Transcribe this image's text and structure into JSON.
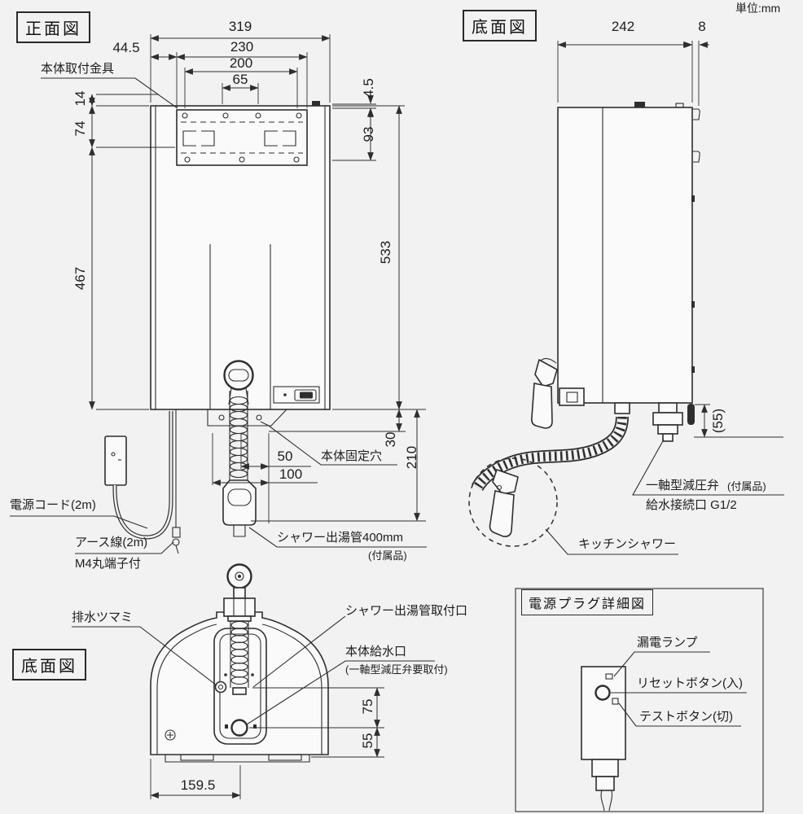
{
  "units_label": "単位:mm",
  "front_view": {
    "title": "正面図",
    "dims": {
      "w319": "319",
      "w230": "230",
      "w200": "200",
      "w65": "65",
      "off445": "44.5",
      "h14": "14",
      "h74": "74",
      "h467": "467",
      "g45": "4.5",
      "h93": "93",
      "h533": "533",
      "h30": "30",
      "h210": "210",
      "d50": "50",
      "d100": "100"
    },
    "labels": {
      "bracket": "本体取付金具",
      "power_cord": "電源コード(2m)",
      "earth1": "アース線(2m)",
      "earth2": "M4丸端子付",
      "fix_hole": "本体固定穴",
      "shower_pipe": "シャワー出湯管400mm",
      "accessory": "(付属品)"
    }
  },
  "side_view": {
    "title": "底面図",
    "dims": {
      "w242": "242",
      "w8": "8",
      "h55p": "(55)"
    },
    "labels": {
      "valve": "一軸型減圧弁",
      "valve_note": "(付属品)",
      "inlet": "給水接続口 G1/2",
      "kitchen_shower": "キッチンシャワー"
    }
  },
  "bottom_view": {
    "title": "底面図",
    "dims": {
      "h75": "75",
      "h55": "55",
      "w1595": "159.5"
    },
    "labels": {
      "drain": "排水ツマミ",
      "pipe_port": "シャワー出湯管取付口",
      "inlet": "本体給水口",
      "inlet_note": "(一軸型減圧弁要取付)"
    }
  },
  "plug_detail": {
    "title": "電源プラグ詳細図",
    "labels": {
      "leak_lamp": "漏電ランプ",
      "reset": "リセットボタン(入)",
      "test": "テストボタン(切)"
    }
  }
}
